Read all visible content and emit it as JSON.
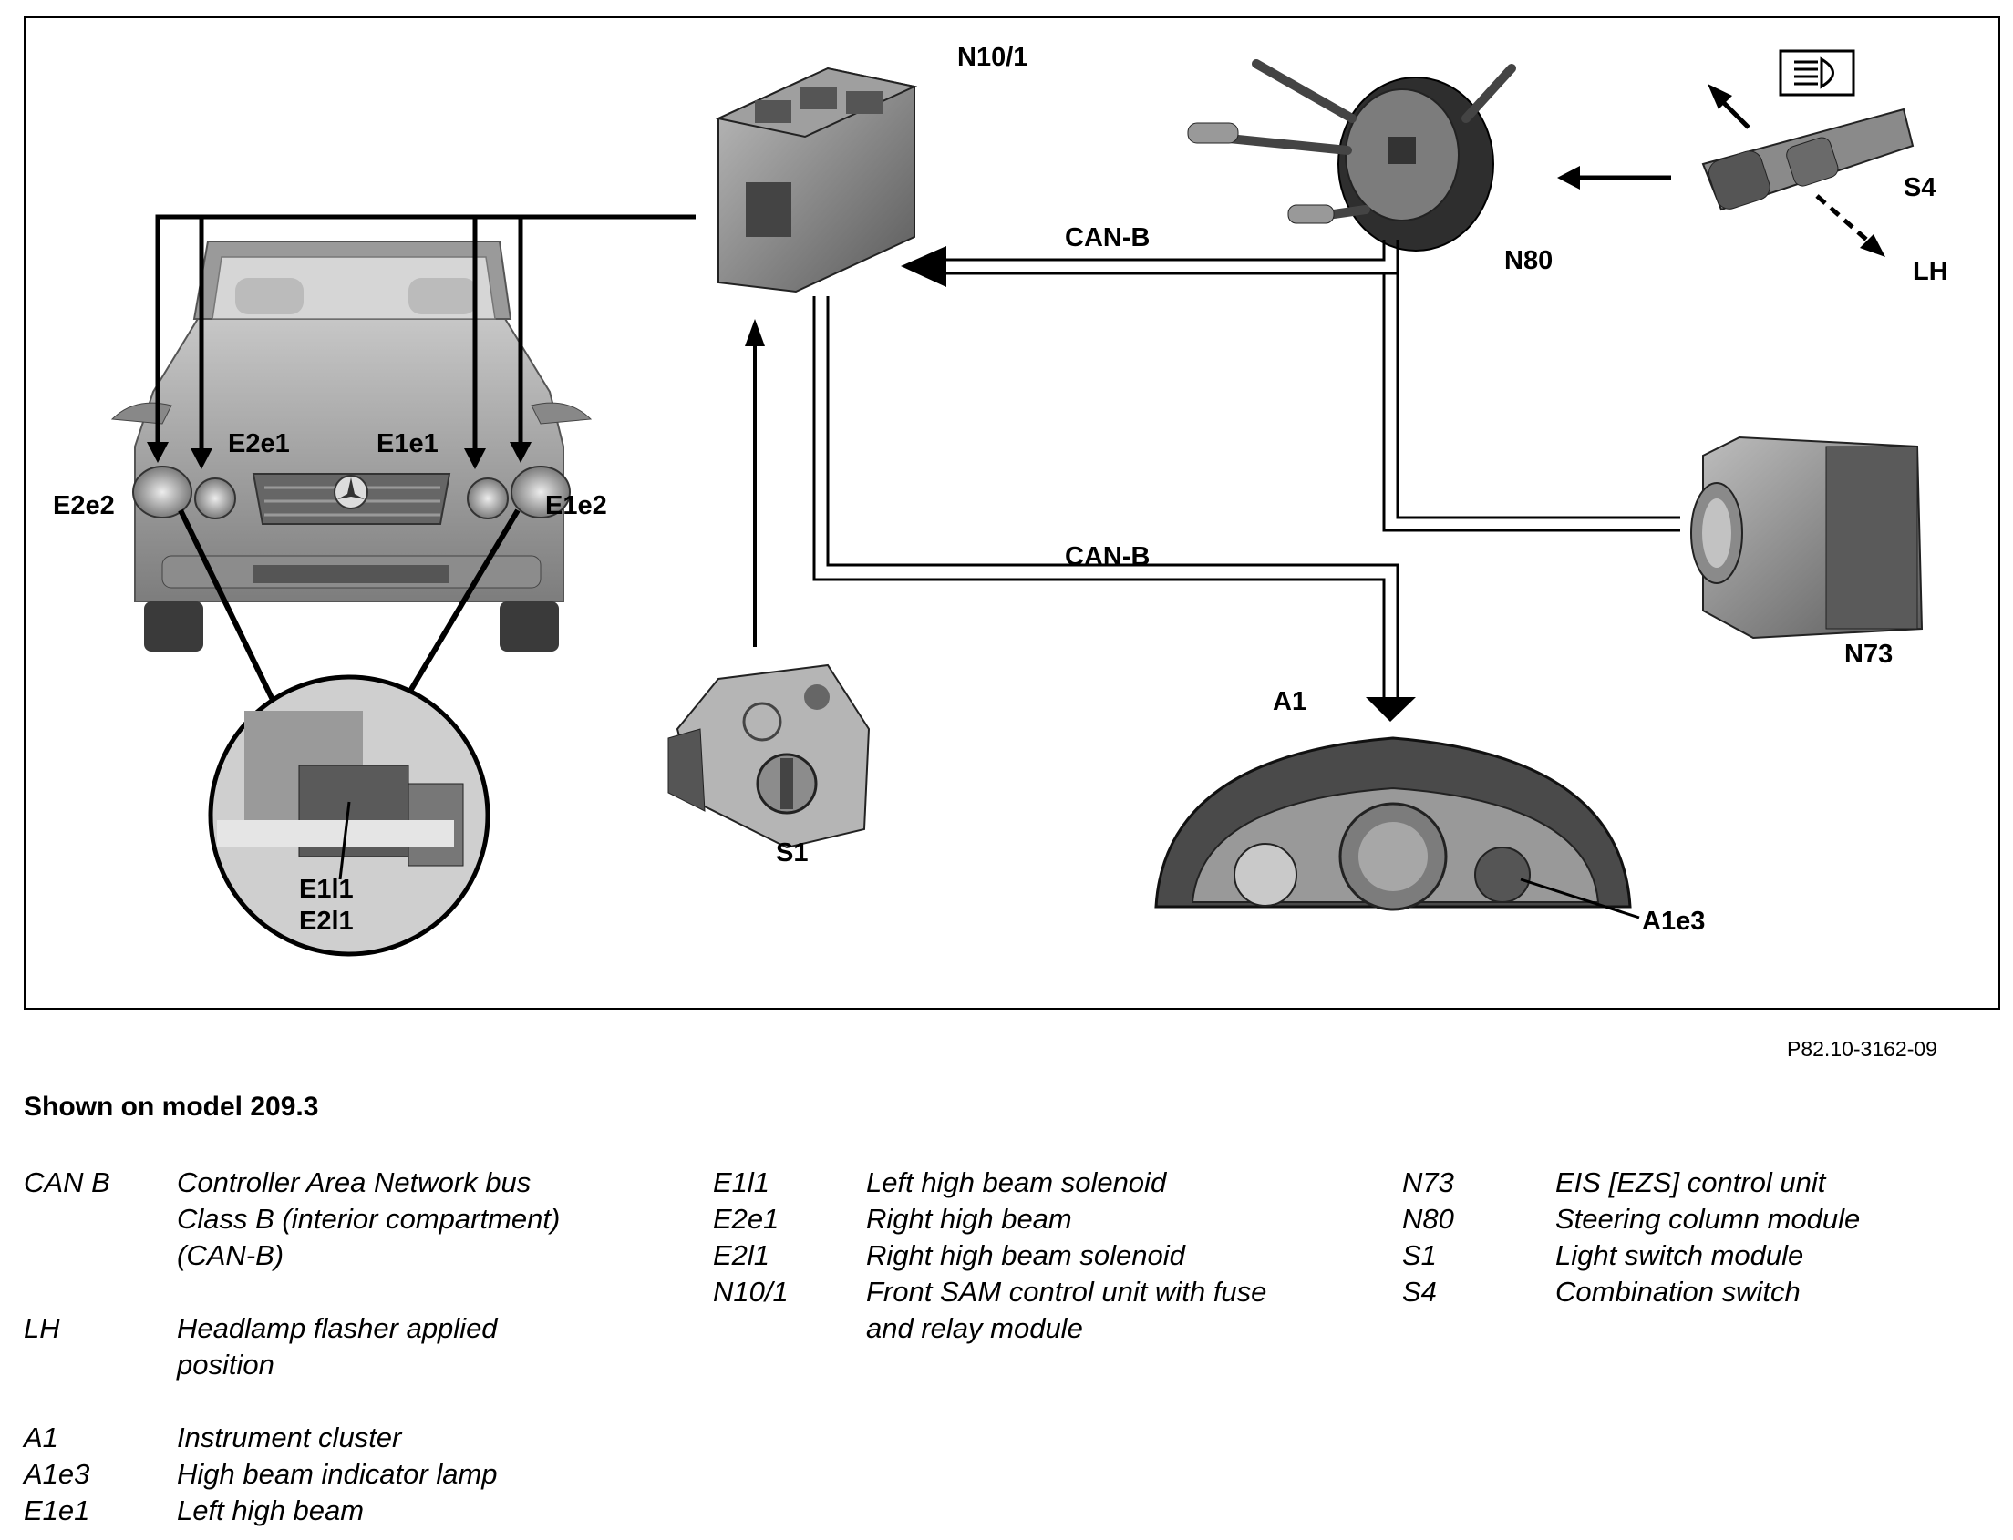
{
  "figure_ref": "P82.10-3162-09",
  "caption_title": "Shown on model 209.3",
  "labels": {
    "n10_1": "N10/1",
    "n80": "N80",
    "s4": "S4",
    "lh": "LH",
    "can_b_top": "CAN-B",
    "can_b_bottom": "CAN-B",
    "e2e1": "E2e1",
    "e1e1": "E1e1",
    "e2e2": "E2e2",
    "e1e2": "E1e2",
    "e1l1": "E1l1",
    "e2l1": "E2l1",
    "s1": "S1",
    "a1": "A1",
    "a1e3": "A1e3",
    "n73": "N73"
  },
  "legend": {
    "col1": [
      {
        "code": "CAN B",
        "desc": "Controller Area Network bus\nClass B (interior compartment)\n(CAN-B)"
      },
      {
        "code": "LH",
        "desc": "Headlamp flasher applied\nposition"
      },
      {
        "code": "A1",
        "desc": "Instrument cluster"
      },
      {
        "code": "A1e3",
        "desc": "High beam indicator lamp"
      },
      {
        "code": "E1e1",
        "desc": "Left high beam"
      }
    ],
    "col2": [
      {
        "code": "E1l1",
        "desc": "Left high beam solenoid"
      },
      {
        "code": "E2e1",
        "desc": "Right high beam"
      },
      {
        "code": "E2l1",
        "desc": "Right high beam solenoid"
      },
      {
        "code": "N10/1",
        "desc": "Front SAM control unit with fuse\nand relay module"
      }
    ],
    "col3": [
      {
        "code": "N73",
        "desc": "EIS [EZS] control unit"
      },
      {
        "code": "N80",
        "desc": "Steering column module"
      },
      {
        "code": "S1",
        "desc": "Light switch module"
      },
      {
        "code": "S4",
        "desc": "Combination switch"
      }
    ]
  }
}
